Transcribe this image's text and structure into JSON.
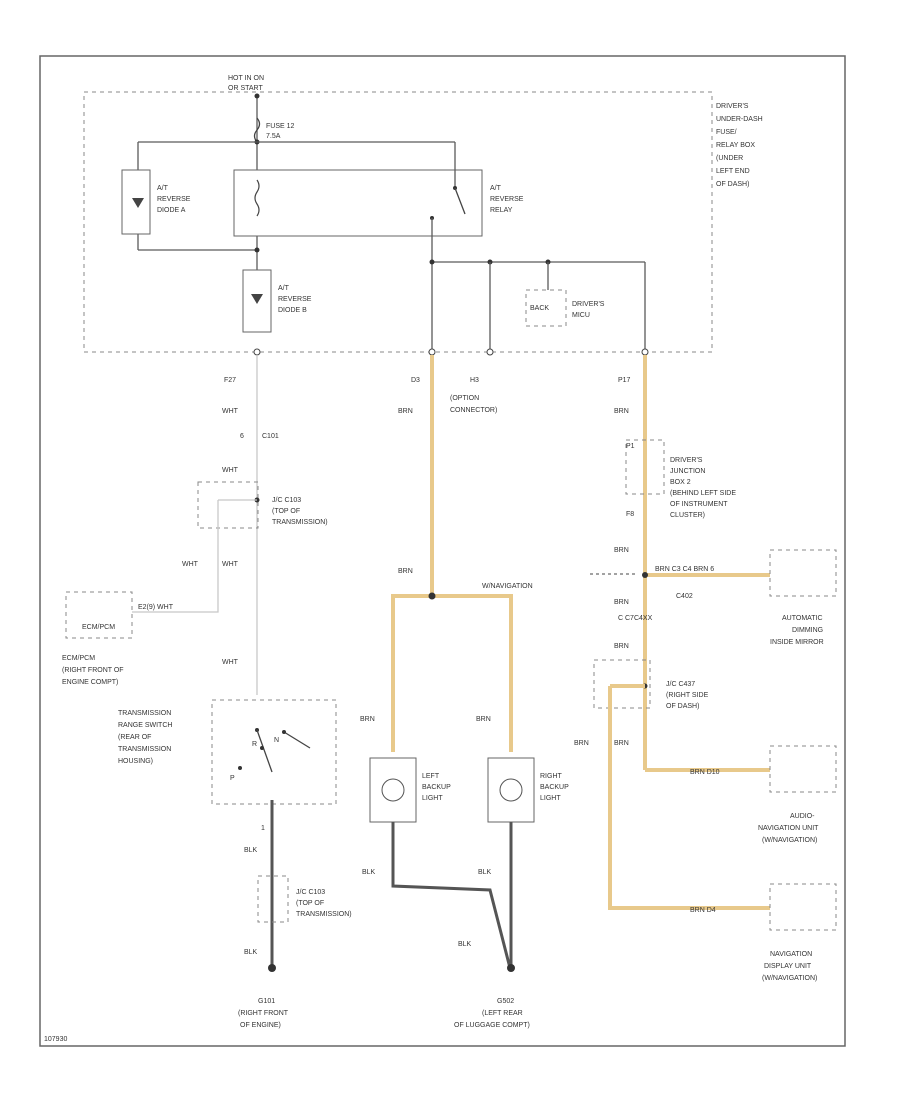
{
  "power": {
    "hot_line1": "HOT IN ON",
    "hot_line2": "OR START",
    "fuse_line1": "FUSE 12",
    "fuse_line2": "7.5A"
  },
  "fuse_box": {
    "lines": [
      "DRIVER'S",
      "UNDER-DASH",
      "FUSE/",
      "RELAY BOX",
      "(UNDER",
      "LEFT END",
      "OF DASH)"
    ]
  },
  "diode_a": {
    "line1": "A/T",
    "line2": "REVERSE",
    "line3": "DIODE A"
  },
  "diode_b": {
    "line1": "A/T",
    "line2": "REVERSE",
    "line3": "DIODE B"
  },
  "relay": {
    "line1": "A/T",
    "line2": "REVERSE",
    "line3": "RELAY"
  },
  "ecu": {
    "ecu_label": "BACK",
    "name_line1": "DRIVER'S",
    "name_line2": "MICU"
  },
  "pins": {
    "f27": "F27",
    "d3": "D3",
    "h3": "H3",
    "p17": "P17"
  },
  "option_connector": {
    "line1": "(OPTION",
    "line2": "CONNECTOR)"
  },
  "wires": {
    "wht": "WHT",
    "brn": "BRN",
    "blk": "BLK",
    "with_navigation": "W/NAVIGATION"
  },
  "connectors": {
    "c101_pin": "6",
    "c101": "C101",
    "jc_c103_top": {
      "line1": "J/C C103",
      "line2": "(TOP OF",
      "line3": "TRANSMISSION)"
    },
    "jc_c103_bottom": {
      "line1": "J/C C103",
      "line2": "(TOP OF",
      "line3": "TRANSMISSION)"
    },
    "jc_c437": {
      "line1": "J/C C437",
      "line2": "(RIGHT SIDE",
      "line3": "OF DASH)"
    },
    "c402": "C402",
    "c4xx": "C C7C4XX",
    "ecm_wire": "E2(9)  WHT"
  },
  "ecm": {
    "box_label": "ECM/PCM",
    "name_line1": "ECM/PCM",
    "name_line2": "(RIGHT FRONT OF",
    "name_line3": "ENGINE COMPT)"
  },
  "junction_box": {
    "pin_top": "P1",
    "pin_bottom": "F8",
    "lines": [
      "DRIVER'S",
      "JUNCTION",
      "BOX 2",
      "(BEHIND LEFT SIDE",
      "OF INSTRUMENT",
      "CLUSTER)"
    ]
  },
  "mirror": {
    "wire_label": "BRN  C3  C4  BRN  6",
    "lines": [
      "AUTOMATIC",
      "DIMMING",
      "INSIDE MIRROR"
    ]
  },
  "audio_unit": {
    "wire_label": "BRN    D10",
    "lines": [
      "AUDIO-",
      "NAVIGATION UNIT",
      "(W/NAVIGATION)"
    ]
  },
  "nav_display": {
    "wire_label": "BRN      D4",
    "lines": [
      "NAVIGATION",
      "DISPLAY UNIT",
      "(W/NAVIGATION)"
    ]
  },
  "range_switch": {
    "lines": [
      "TRANSMISSION",
      "RANGE SWITCH",
      "(REAR OF",
      "TRANSMISSION",
      "HOUSING)"
    ],
    "pos_p": "P",
    "pos_r": "R",
    "pos_n": "N",
    "pin": "1"
  },
  "left_light": {
    "line1": "LEFT",
    "line2": "BACKUP",
    "line3": "LIGHT"
  },
  "right_light": {
    "line1": "RIGHT",
    "line2": "BACKUP",
    "line3": "LIGHT"
  },
  "grounds": {
    "g101": {
      "code": "G101",
      "line1": "(RIGHT FRONT",
      "line2": "OF ENGINE)"
    },
    "g502": {
      "code": "G502",
      "line1": "(LEFT REAR",
      "line2": "OF LUGGAGE COMPT)"
    }
  },
  "footer_code": "107930"
}
